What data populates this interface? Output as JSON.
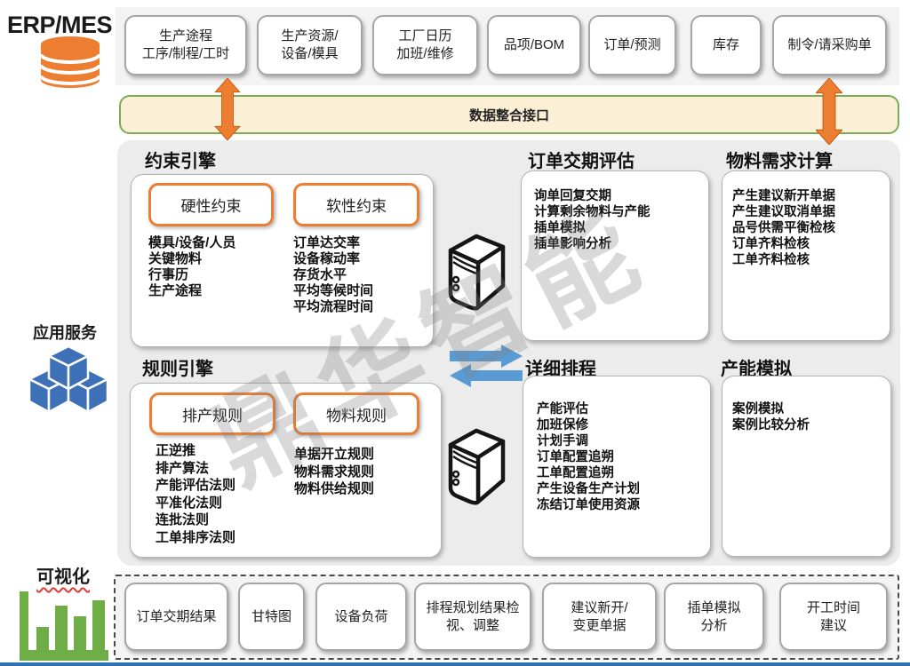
{
  "colors": {
    "orange": "#ED7D31",
    "yellow_fill": "#FBEFD5",
    "green_border": "#7BAB55",
    "blue_arrow": "#5B9BD5",
    "cube_blue": "#3E70B8",
    "chart_green": "#6FAD47",
    "panel_gray": "#ECECEC",
    "bottom_line_blue": "#2E74B5"
  },
  "left_rail": {
    "erp_label": "ERP/MES",
    "app_services_label": "应用服务",
    "visualization_label": "可视化"
  },
  "top_row": {
    "boxes": [
      {
        "lines": [
          "生产途程",
          "工序/制程/工时"
        ]
      },
      {
        "lines": [
          "生产资源/",
          "设备/模具"
        ]
      },
      {
        "lines": [
          "工厂日历",
          "加班/维修"
        ]
      },
      {
        "lines": [
          "品项/BOM"
        ]
      },
      {
        "lines": [
          "订单/预测"
        ]
      },
      {
        "lines": [
          "库存"
        ]
      },
      {
        "lines": [
          "制令/请采购单"
        ]
      }
    ]
  },
  "integration_bar": {
    "label": "数据整合接口"
  },
  "sections": {
    "constraint_engine": {
      "title": "约束引擎",
      "groups": [
        {
          "label": "硬性约束",
          "items": [
            "模具/设备/人员",
            "关键物料",
            "行事历",
            "生产途程"
          ]
        },
        {
          "label": "软性约束",
          "items": [
            "订单达交率",
            "设备稼动率",
            "存货水平",
            "平均等候时间",
            "平均流程时间"
          ]
        }
      ]
    },
    "order_delivery_eval": {
      "title": "订单交期评估",
      "items": [
        "询单回复交期",
        "计算剩余物料与产能",
        "插单模拟",
        "插单影响分析"
      ]
    },
    "material_req_calc": {
      "title": "物料需求计算",
      "items": [
        "产生建议新开单据",
        "产生建议取消单据",
        "品号供需平衡检核",
        "订单齐料检核",
        "工单齐料检核"
      ]
    },
    "rule_engine": {
      "title": "规则引擎",
      "groups": [
        {
          "label": "排产规则",
          "items": [
            "正逆推",
            "排产算法",
            "产能评估法则",
            "平准化法则",
            "连批法则",
            "工单排序法则"
          ]
        },
        {
          "label": "物料规则",
          "items": [
            "单据开立规则",
            "物料需求规则",
            "物料供给规则"
          ]
        }
      ]
    },
    "detailed_scheduling": {
      "title": "详细排程",
      "items": [
        "产能评估",
        "加班保修",
        "计划手调",
        "订单配置追朔",
        "工单配置追朔",
        "产生设备生产计划",
        "冻结订单使用资源"
      ]
    },
    "capacity_simulation": {
      "title": "产能模拟",
      "items": [
        "案例模拟",
        "案例比较分析"
      ]
    }
  },
  "visualization": {
    "boxes": [
      {
        "lines": [
          "订单交期结果"
        ]
      },
      {
        "lines": [
          "甘特图"
        ]
      },
      {
        "lines": [
          "设备负荷"
        ]
      },
      {
        "lines": [
          "排程规划结果检",
          "视、调整"
        ]
      },
      {
        "lines": [
          "建议新开/",
          "变更单据"
        ]
      },
      {
        "lines": [
          "插单模拟",
          "分析"
        ]
      },
      {
        "lines": [
          "开工时间",
          "建议"
        ]
      }
    ]
  },
  "watermark": "鼎华智能"
}
